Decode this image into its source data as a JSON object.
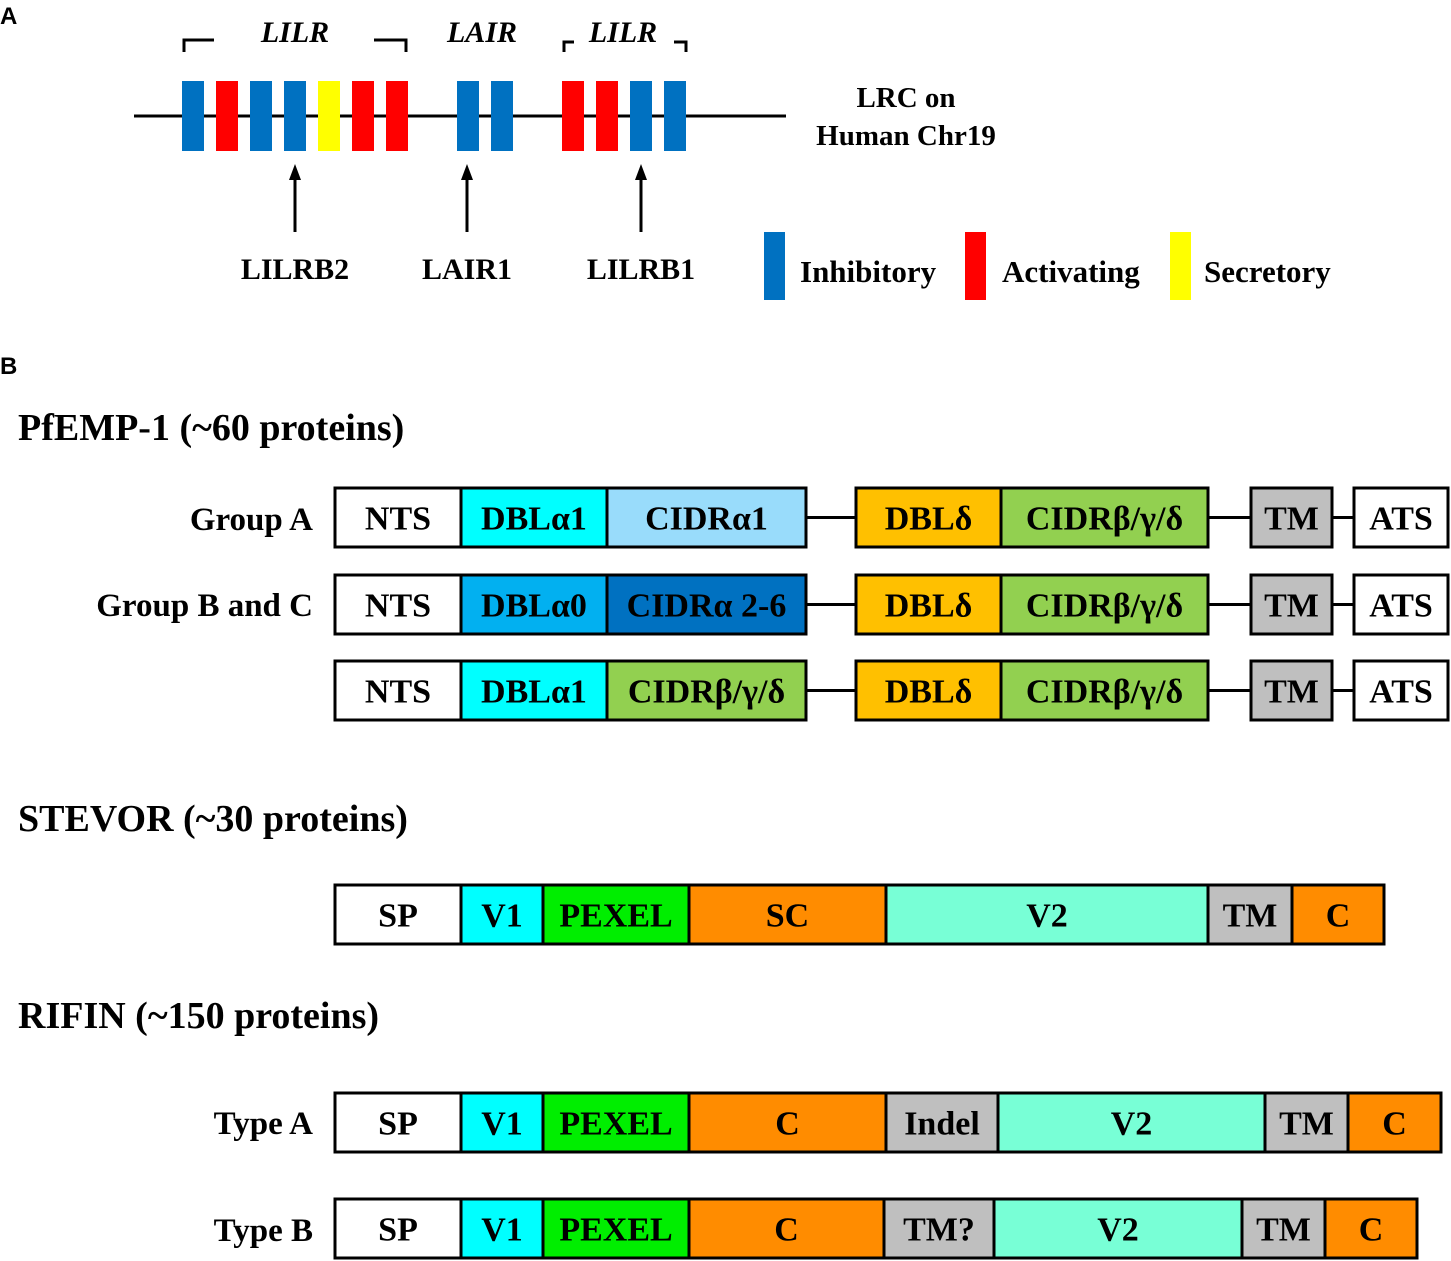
{
  "panel_a": {
    "letter": "A",
    "family_labels": {
      "lilr_left": "LILR",
      "lair": "LAIR",
      "lilr_right": "LILR"
    },
    "chromosome_label": [
      "LRC on",
      "Human Chr19"
    ],
    "genes": [
      {
        "color": "blue"
      },
      {
        "color": "red"
      },
      {
        "color": "blue"
      },
      {
        "color": "blue"
      },
      {
        "color": "yellow"
      },
      {
        "color": "red"
      },
      {
        "color": "red"
      },
      {
        "color": "blue"
      },
      {
        "color": "blue"
      },
      {
        "color": "red"
      },
      {
        "color": "red"
      },
      {
        "color": "blue"
      },
      {
        "color": "blue"
      }
    ],
    "pointers": [
      {
        "label": "LILRB2",
        "gene_index": 3
      },
      {
        "label": "LAIR1",
        "gene_index": 7
      },
      {
        "label": "LILRB1",
        "gene_index": 11
      }
    ],
    "legend": [
      {
        "label": "Inhibitory",
        "color": "blue"
      },
      {
        "label": "Activating",
        "color": "red"
      },
      {
        "label": "Secretory",
        "color": "yellow"
      }
    ]
  },
  "panel_b": {
    "letter": "B",
    "colors": {
      "white": "#ffffff",
      "cyan": "#00ffff",
      "lightblue": "#99dcfb",
      "blue1": "#02b0f0",
      "darkblue": "#0071c1",
      "green": "#92d050",
      "orange": "#ffc000",
      "gray": "#bfbfbf",
      "deeporange": "#ff8c00",
      "aqua": "#78ffd6",
      "brightgreen": "#00ee00",
      "gene_blue": "#0071c1",
      "gene_red": "#ff0000",
      "gene_yellow": "#ffff00"
    },
    "pfemp1": {
      "title": "PfEMP-1 (~60 proteins)",
      "rows": [
        {
          "label": "Group A",
          "domains": [
            {
              "text": "NTS",
              "color": "white"
            },
            {
              "text": "DBLα1",
              "color": "cyan"
            },
            {
              "text": "CIDRα1",
              "color": "lightblue"
            },
            {
              "text": "DBLδ",
              "color": "orange"
            },
            {
              "text": "CIDRβ/γ/δ",
              "color": "green"
            },
            {
              "text": "TM",
              "color": "gray"
            },
            {
              "text": "ATS",
              "color": "white"
            }
          ]
        },
        {
          "label": "Group B and C",
          "domains": [
            {
              "text": "NTS",
              "color": "white"
            },
            {
              "text": "DBLα0",
              "color": "blue1"
            },
            {
              "text": "CIDRα 2-6",
              "color": "darkblue"
            },
            {
              "text": "DBLδ",
              "color": "orange"
            },
            {
              "text": "CIDRβ/γ/δ",
              "color": "green"
            },
            {
              "text": "TM",
              "color": "gray"
            },
            {
              "text": "ATS",
              "color": "white"
            }
          ]
        },
        {
          "label": "",
          "domains": [
            {
              "text": "NTS",
              "color": "white"
            },
            {
              "text": "DBLα1",
              "color": "cyan"
            },
            {
              "text": "CIDRβ/γ/δ",
              "color": "green"
            },
            {
              "text": "DBLδ",
              "color": "orange"
            },
            {
              "text": "CIDRβ/γ/δ",
              "color": "green"
            },
            {
              "text": "TM",
              "color": "gray"
            },
            {
              "text": "ATS",
              "color": "white"
            }
          ]
        }
      ]
    },
    "stevor": {
      "title": "STEVOR (~30 proteins)",
      "domains": [
        {
          "text": "SP",
          "color": "white"
        },
        {
          "text": "V1",
          "color": "cyan"
        },
        {
          "text": "PEXEL",
          "color": "brightgreen"
        },
        {
          "text": "SC",
          "color": "deeporange"
        },
        {
          "text": "V2",
          "color": "aqua"
        },
        {
          "text": "TM",
          "color": "gray"
        },
        {
          "text": "C",
          "color": "deeporange"
        }
      ]
    },
    "rifin": {
      "title": "RIFIN (~150 proteins)",
      "rows": [
        {
          "label": "Type A",
          "domains": [
            {
              "text": "SP",
              "color": "white"
            },
            {
              "text": "V1",
              "color": "cyan"
            },
            {
              "text": "PEXEL",
              "color": "brightgreen"
            },
            {
              "text": "C",
              "color": "deeporange"
            },
            {
              "text": "Indel",
              "color": "gray"
            },
            {
              "text": "V2",
              "color": "aqua"
            },
            {
              "text": "TM",
              "color": "gray"
            },
            {
              "text": "C",
              "color": "deeporange"
            }
          ]
        },
        {
          "label": "Type B",
          "domains": [
            {
              "text": "SP",
              "color": "white"
            },
            {
              "text": "V1",
              "color": "cyan"
            },
            {
              "text": "PEXEL",
              "color": "brightgreen"
            },
            {
              "text": "C",
              "color": "deeporange"
            },
            {
              "text": "TM?",
              "color": "gray"
            },
            {
              "text": "V2",
              "color": "aqua"
            },
            {
              "text": "TM",
              "color": "gray"
            },
            {
              "text": "C",
              "color": "deeporange"
            }
          ]
        }
      ]
    }
  }
}
